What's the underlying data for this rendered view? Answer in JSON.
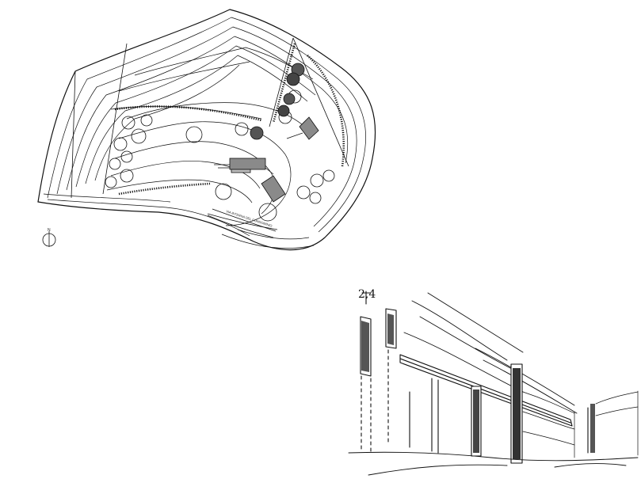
{
  "site_plan": {
    "road_label": "VIA INTERNA DEL CONDOMINIO",
    "north_label": "N"
  },
  "sketch": {
    "note": "2,4"
  },
  "colors": {
    "ink": "#111111",
    "building_fill": "#8a8a8a",
    "background": "#ffffff"
  }
}
